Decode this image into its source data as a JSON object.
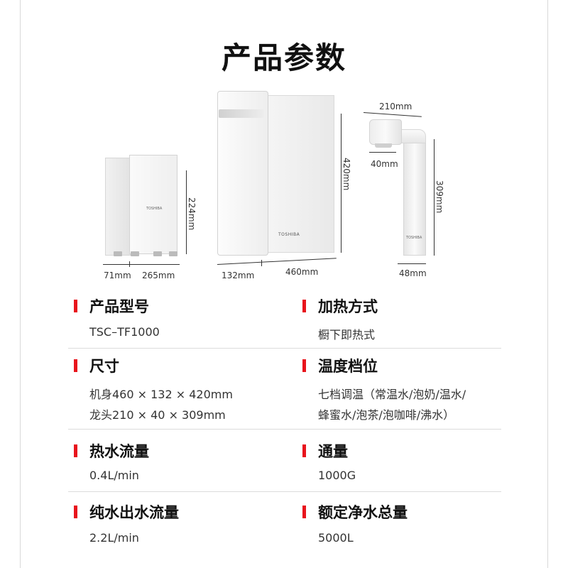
{
  "title": "产品参数",
  "dimensions": {
    "small_height": "224mm",
    "small_depth": "71mm",
    "small_width": "265mm",
    "unit_height": "420mm",
    "unit_depth": "132mm",
    "unit_width": "460mm",
    "faucet_width": "210mm",
    "faucet_spout": "40mm",
    "faucet_height": "309mm",
    "faucet_base": "48mm"
  },
  "brand_logo": "TOSHIBA",
  "specs": [
    {
      "label": "产品型号",
      "lines": [
        "TSC–TF1000"
      ]
    },
    {
      "label": "加热方式",
      "lines": [
        "橱下即热式"
      ]
    },
    {
      "label": "尺寸",
      "lines": [
        "机身460 × 132 × 420mm",
        "龙头210 × 40 × 309mm"
      ]
    },
    {
      "label": "温度档位",
      "lines": [
        "七档调温（常温水/泡奶/温水/",
        "蜂蜜水/泡茶/泡咖啡/沸水）"
      ]
    },
    {
      "label": "热水流量",
      "lines": [
        "0.4L/min"
      ]
    },
    {
      "label": "通量",
      "lines": [
        "1000G"
      ]
    },
    {
      "label": "纯水出水流量",
      "lines": [
        "2.2L/min"
      ]
    },
    {
      "label": "额定净水总量",
      "lines": [
        "5000L"
      ]
    }
  ],
  "colors": {
    "accent": "#e8141c"
  }
}
